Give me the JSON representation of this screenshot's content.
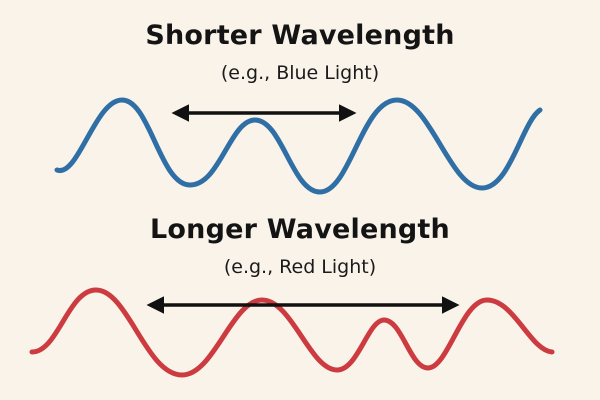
{
  "diagram": {
    "short": {
      "title": "Shorter Wavelength",
      "subtitle": "(e.g., Blue Light)",
      "color": "#2f6fa6"
    },
    "long": {
      "title": "Longer Wavelength",
      "subtitle": "(e.g., Red Light)",
      "color": "#cc3b3f"
    },
    "arrow_color": "#111111"
  }
}
